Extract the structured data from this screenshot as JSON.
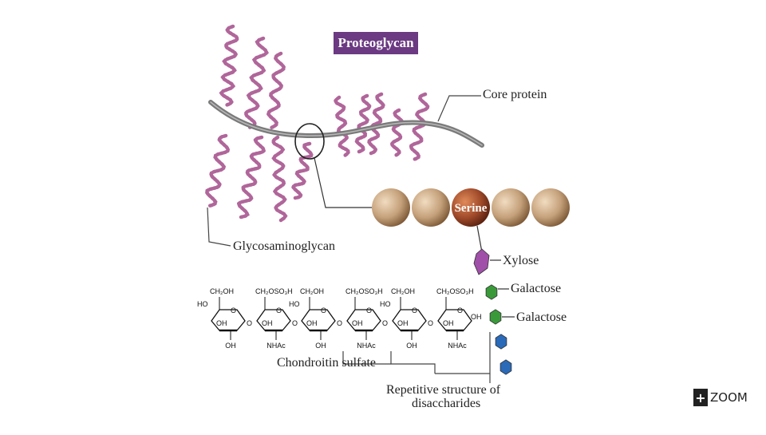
{
  "diagram": {
    "title": "Proteoglycan",
    "labels": {
      "core_protein": "Core protein",
      "glycosaminoglycan": "Glycosaminoglycan",
      "serine": "Serine",
      "xylose": "Xylose",
      "galactose_1": "Galactose",
      "galactose_2": "Galactose",
      "chondroitin_sulfate": "Chondroitin sulfate",
      "repetitive_line1": "Repetitive structure of",
      "repetitive_line2": "disaccharides"
    },
    "colors": {
      "title_bg": "#6b3a82",
      "gag_chain": "#b0669a",
      "core_protein": "#7a7a7a",
      "amino_acid": "#c4a07a",
      "serine": "#a04a2a",
      "xylose": "#a050a8",
      "galactose": "#3a9a3a",
      "disaccharide_units": "#2a6ab8"
    },
    "chem": {
      "ch2oh": "CH₂OH",
      "ch2oso3h": "CH₂OSO₃H",
      "ho": "HO",
      "oh": "OH",
      "o": "O",
      "nhac": "NHAc"
    }
  },
  "zoom_control": {
    "icon": "plus-icon",
    "label": "ZOOM"
  }
}
